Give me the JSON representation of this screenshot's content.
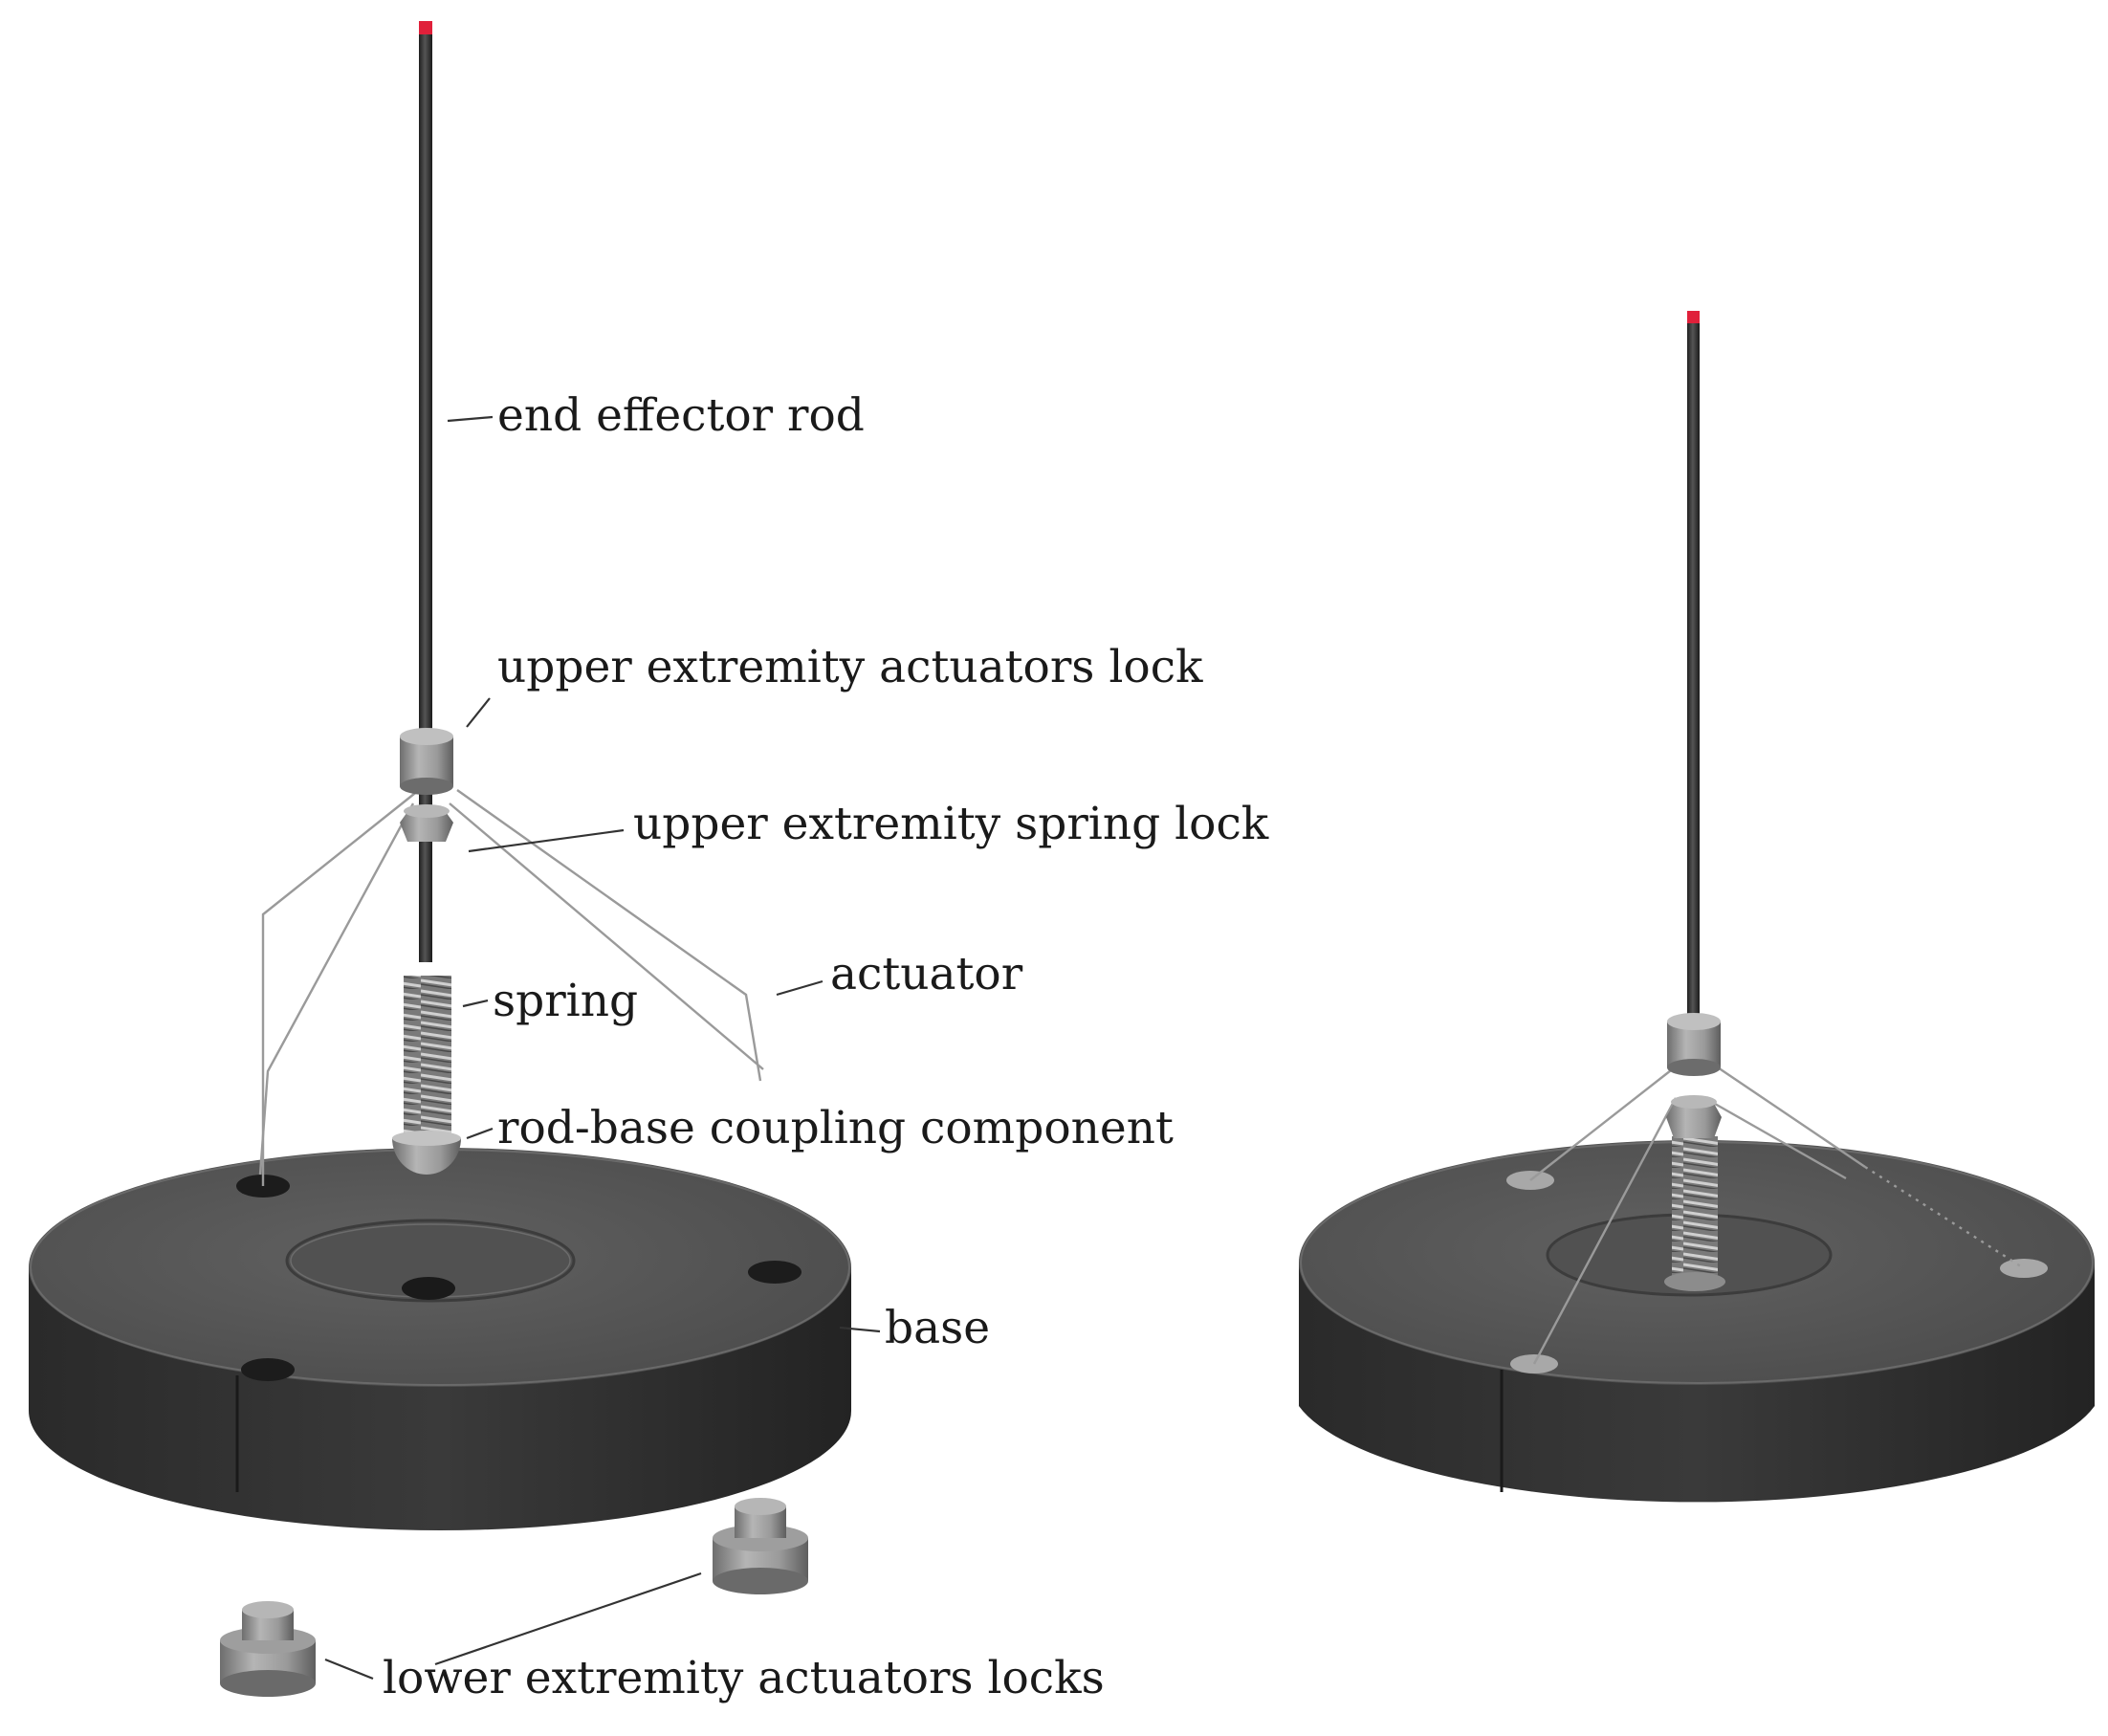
{
  "labels": {
    "end_effector_rod": "end effector rod",
    "upper_actuators_lock": "upper extremity actuators lock",
    "upper_spring_lock": "upper extremity spring lock",
    "actuator": "actuator",
    "spring": "spring",
    "coupling": "rod-base coupling component",
    "base": "base",
    "lower_locks": "lower extremity actuators locks"
  },
  "colors": {
    "rod": "#2e2e2e",
    "rod_tip": "#e0203a",
    "base_top": "#565656",
    "base_side": "#2f2f2f",
    "metal_light": "#a9a9a9",
    "metal_dark": "#6f6f6f",
    "wire": "#9a9a9a",
    "background": "#ffffff"
  }
}
